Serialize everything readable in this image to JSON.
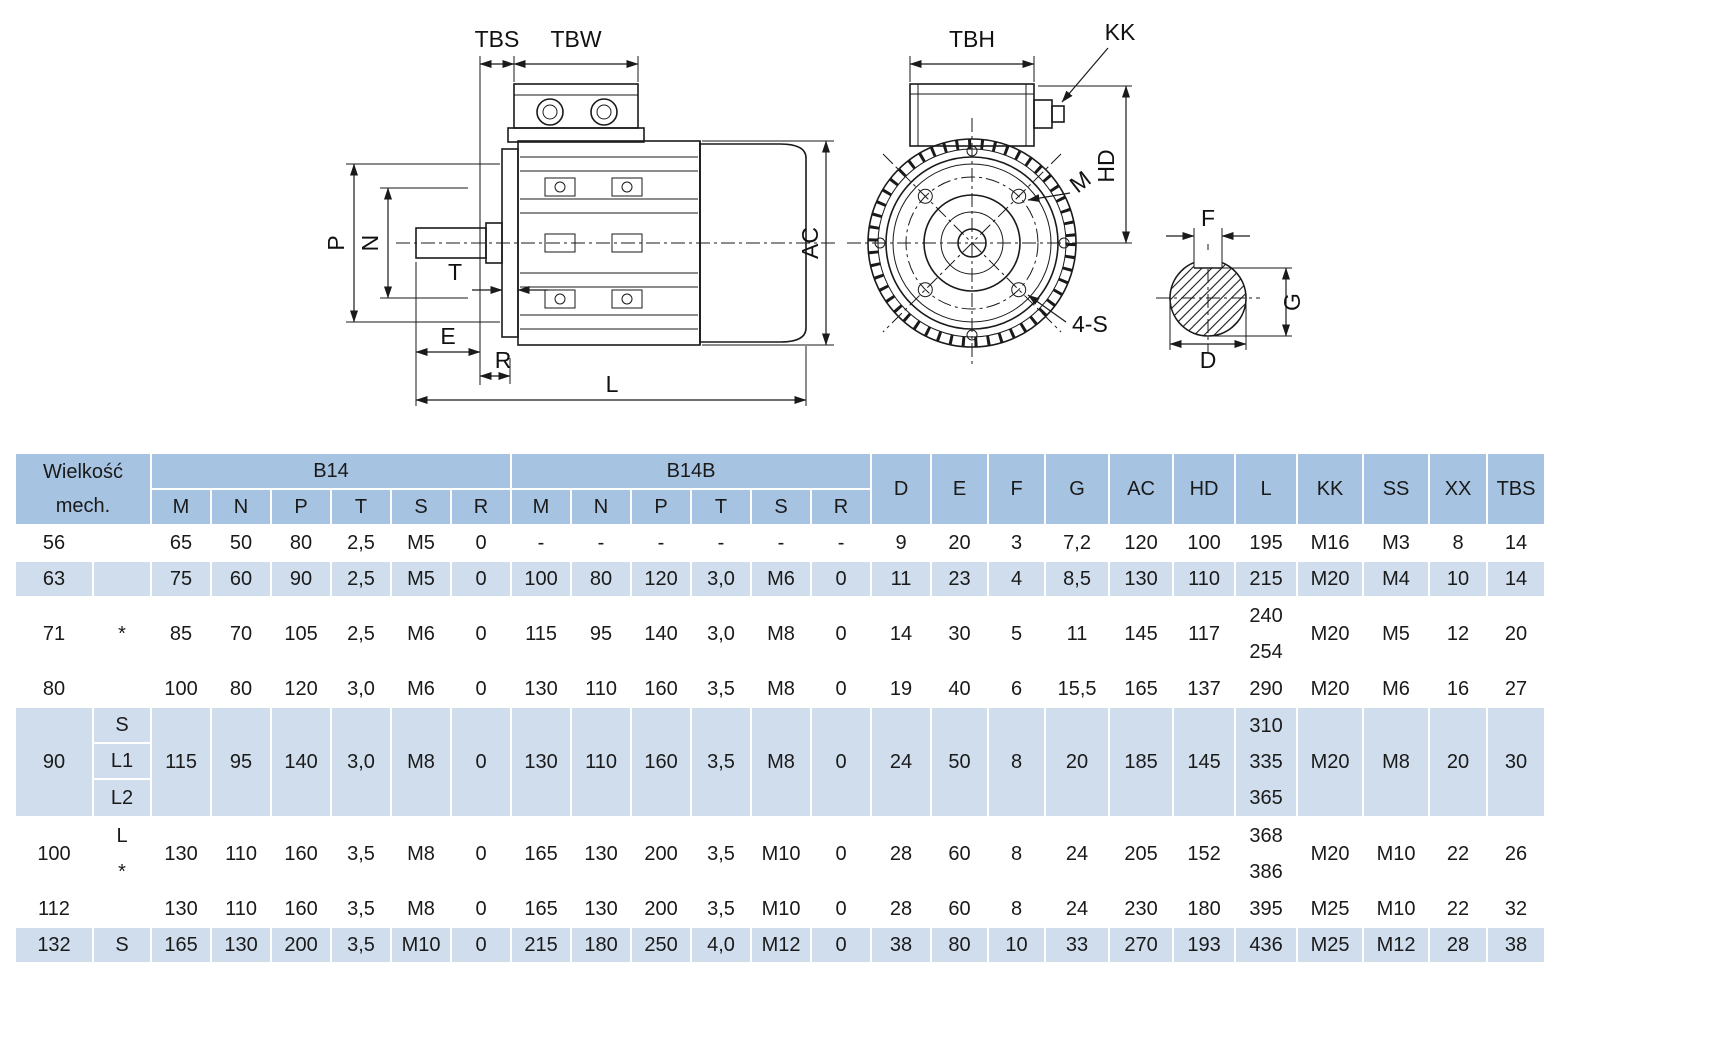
{
  "diagram": {
    "side_view": {
      "tbs": "TBS",
      "tbw": "TBW",
      "p": "P",
      "n": "N",
      "t": "T",
      "e": "E",
      "r": "R",
      "l": "L",
      "ac": "AC"
    },
    "front_view": {
      "tbh": "TBH",
      "kk": "KK",
      "hd": "HD",
      "m": "M",
      "bolts": "4-S"
    },
    "shaft_view": {
      "f": "F",
      "g": "G",
      "d": "D"
    }
  },
  "table": {
    "header": {
      "size_label_line1": "Wielkość",
      "size_label_line2": "mech.",
      "group_b14": "B14",
      "group_b14b": "B14B",
      "sub_columns": [
        "M",
        "N",
        "P",
        "T",
        "S",
        "R"
      ],
      "right_columns": [
        "D",
        "E",
        "F",
        "G",
        "AC",
        "HD",
        "L",
        "KK",
        "SS",
        "XX",
        "TBS"
      ]
    },
    "rows": [
      {
        "size": "56",
        "sub": [
          ""
        ],
        "shaded": false,
        "b14": [
          "65",
          "50",
          "80",
          "2,5",
          "M5",
          "0"
        ],
        "b14b": [
          "-",
          "-",
          "-",
          "-",
          "-",
          "-"
        ],
        "dims": {
          "D": "9",
          "E": "20",
          "F": "3",
          "G": "7,2",
          "AC": "120",
          "HD": "100"
        },
        "L": [
          "195"
        ],
        "tail": {
          "KK": "M16",
          "SS": "M3",
          "XX": "8",
          "TBS": "14"
        }
      },
      {
        "size": "63",
        "sub": [
          ""
        ],
        "shaded": true,
        "b14": [
          "75",
          "60",
          "90",
          "2,5",
          "M5",
          "0"
        ],
        "b14b": [
          "100",
          "80",
          "120",
          "3,0",
          "M6",
          "0"
        ],
        "dims": {
          "D": "11",
          "E": "23",
          "F": "4",
          "G": "8,5",
          "AC": "130",
          "HD": "110"
        },
        "L": [
          "215"
        ],
        "tail": {
          "KK": "M20",
          "SS": "M4",
          "XX": "10",
          "TBS": "14"
        }
      },
      {
        "size": "71",
        "sub": [
          "*"
        ],
        "shaded": false,
        "b14": [
          "85",
          "70",
          "105",
          "2,5",
          "M6",
          "0"
        ],
        "b14b": [
          "115",
          "95",
          "140",
          "3,0",
          "M8",
          "0"
        ],
        "dims": {
          "D": "14",
          "E": "30",
          "F": "5",
          "G": "11",
          "AC": "145",
          "HD": "117"
        },
        "L": [
          "240",
          "254"
        ],
        "tail": {
          "KK": "M20",
          "SS": "M5",
          "XX": "12",
          "TBS": "20"
        }
      },
      {
        "size": "80",
        "sub": [
          ""
        ],
        "shaded": false,
        "b14": [
          "100",
          "80",
          "120",
          "3,0",
          "M6",
          "0"
        ],
        "b14b": [
          "130",
          "110",
          "160",
          "3,5",
          "M8",
          "0"
        ],
        "dims": {
          "D": "19",
          "E": "40",
          "F": "6",
          "G": "15,5",
          "AC": "165",
          "HD": "137"
        },
        "L": [
          "290"
        ],
        "tail": {
          "KK": "M20",
          "SS": "M6",
          "XX": "16",
          "TBS": "27"
        }
      },
      {
        "size": "90",
        "sub": [
          "S",
          "L1",
          "L2"
        ],
        "subDividers": true,
        "shaded": true,
        "b14": [
          "115",
          "95",
          "140",
          "3,0",
          "M8",
          "0"
        ],
        "b14b": [
          "130",
          "110",
          "160",
          "3,5",
          "M8",
          "0"
        ],
        "dims": {
          "D": "24",
          "E": "50",
          "F": "8",
          "G": "20",
          "AC": "185",
          "HD": "145"
        },
        "L": [
          "310",
          "335",
          "365"
        ],
        "tail": {
          "KK": "M20",
          "SS": "M8",
          "XX": "20",
          "TBS": "30"
        }
      },
      {
        "size": "100",
        "sub": [
          "L",
          "*"
        ],
        "shaded": false,
        "b14": [
          "130",
          "110",
          "160",
          "3,5",
          "M8",
          "0"
        ],
        "b14b": [
          "165",
          "130",
          "200",
          "3,5",
          "M10",
          "0"
        ],
        "dims": {
          "D": "28",
          "E": "60",
          "F": "8",
          "G": "24",
          "AC": "205",
          "HD": "152"
        },
        "L": [
          "368",
          "386"
        ],
        "tail": {
          "KK": "M20",
          "SS": "M10",
          "XX": "22",
          "TBS": "26"
        }
      },
      {
        "size": "112",
        "sub": [
          ""
        ],
        "shaded": false,
        "b14": [
          "130",
          "110",
          "160",
          "3,5",
          "M8",
          "0"
        ],
        "b14b": [
          "165",
          "130",
          "200",
          "3,5",
          "M10",
          "0"
        ],
        "dims": {
          "D": "28",
          "E": "60",
          "F": "8",
          "G": "24",
          "AC": "230",
          "HD": "180"
        },
        "L": [
          "395"
        ],
        "tail": {
          "KK": "M25",
          "SS": "M10",
          "XX": "22",
          "TBS": "32"
        }
      },
      {
        "size": "132",
        "sub": [
          "S"
        ],
        "shaded": true,
        "b14": [
          "165",
          "130",
          "200",
          "3,5",
          "M10",
          "0"
        ],
        "b14b": [
          "215",
          "180",
          "250",
          "4,0",
          "M12",
          "0"
        ],
        "dims": {
          "D": "38",
          "E": "80",
          "F": "10",
          "G": "33",
          "AC": "270",
          "HD": "193"
        },
        "L": [
          "436"
        ],
        "tail": {
          "KK": "M25",
          "SS": "M12",
          "XX": "28",
          "TBS": "38"
        }
      }
    ]
  },
  "colors": {
    "header_bg": "#a6c3e1",
    "row_alt_bg": "#cfdded",
    "row_bg": "#ffffff",
    "line": "#1a1a1a"
  }
}
